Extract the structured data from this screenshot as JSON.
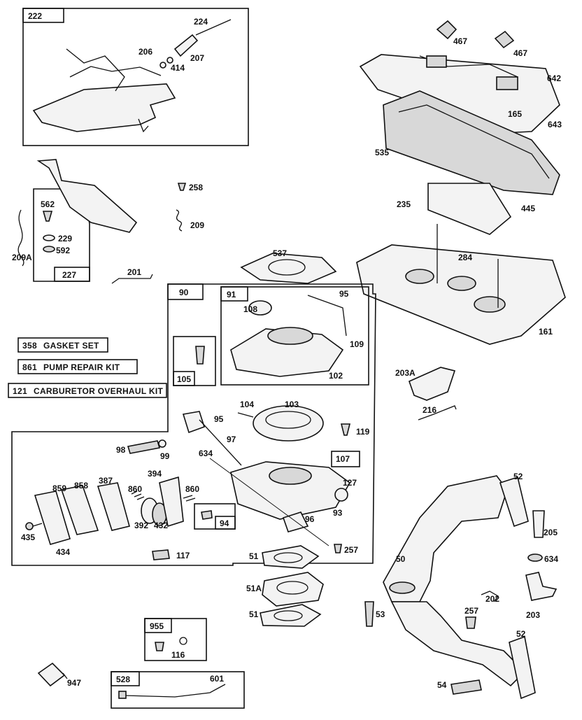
{
  "kits": [
    {
      "number": "358",
      "name": "GASKET SET"
    },
    {
      "number": "861",
      "name": "PUMP REPAIR KIT"
    },
    {
      "number": "121",
      "name": "CARBURETOR OVERHAUL KIT"
    }
  ],
  "boxes": {
    "b222": "222",
    "b227": "227",
    "b90": "90",
    "b91": "91",
    "b105": "105",
    "b107": "107",
    "b94": "94",
    "b955": "955",
    "b528": "528"
  },
  "labels": {
    "l224": "224",
    "l206": "206",
    "l414": "414",
    "l207": "207",
    "l467a": "467",
    "l467b": "467",
    "l642": "642",
    "l165": "165",
    "l643": "643",
    "l535": "535",
    "l235": "235",
    "l445": "445",
    "l284": "284",
    "l161": "161",
    "l258": "258",
    "l209": "209",
    "l562": "562",
    "l229": "229",
    "l592": "592",
    "l209A": "209A",
    "l201": "201",
    "l537": "537",
    "l95a": "95",
    "l108": "108",
    "l109": "109",
    "l102": "102",
    "l203A": "203A",
    "l216": "216",
    "l104": "104",
    "l103": "103",
    "l95b": "95",
    "l119": "119",
    "l97": "97",
    "l98": "98",
    "l99": "99",
    "l634a": "634",
    "l127": "127",
    "l394": "394",
    "l859": "859",
    "l858": "858",
    "l387": "387",
    "l860a": "860",
    "l860b": "860",
    "l435": "435",
    "l434": "434",
    "l392": "392",
    "l432": "432",
    "l96": "96",
    "l93": "93",
    "l257a": "257",
    "l117": "117",
    "l52a": "52",
    "l205": "205",
    "l634b": "634",
    "l50": "50",
    "l51a": "51",
    "l51A": "51A",
    "l51b": "51",
    "l53": "53",
    "l202": "202",
    "l203": "203",
    "l257b": "257",
    "l52b": "52",
    "l54": "54",
    "l116": "116",
    "l947": "947",
    "l601": "601"
  }
}
